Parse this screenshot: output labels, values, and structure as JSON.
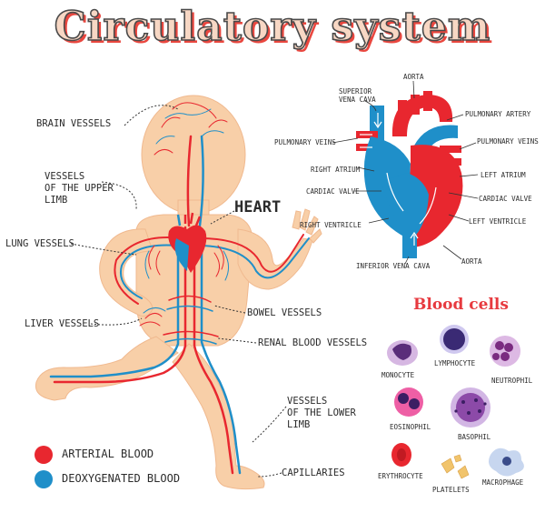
{
  "title": "Circulatory system",
  "body_labels": {
    "brain_vessels": "BRAIN VESSELS",
    "upper_limb_1": "VESSELS",
    "upper_limb_2": "OF THE UPPER",
    "upper_limb_3": "LIMB",
    "heart": "HEART",
    "lung_vessels": "LUNG VESSELS",
    "bowel_vessels": "BOWEL VESSELS",
    "liver_vessels": "LIVER VESSELS",
    "renal_vessels": "RENAL BLOOD VESSELS",
    "lower_limb_1": "VESSELS",
    "lower_limb_2": "OF THE LOWER",
    "lower_limb_3": "LIMB",
    "capillaries": "CAPILLARIES"
  },
  "heart_labels": {
    "aorta_top": "AORTA",
    "superior_vena_cava_1": "SUPERIOR",
    "superior_vena_cava_2": "VENA CAVA",
    "pulmonary_artery": "PULMONARY ARTERY",
    "pulmonary_veins_left": "PULMONARY VEINS",
    "pulmonary_veins_right": "PULMONARY VEINS",
    "right_atrium": "RIGHT ATRIUM",
    "left_atrium": "LEFT ATRIUM",
    "cardiac_valve_left": "CARDIAC VALVE",
    "cardiac_valve_right": "CARDIAC VALVE",
    "right_ventricle": "RIGHT VENTRICLE",
    "left_ventricle": "LEFT VENTRICLE",
    "inferior_vena_cava": "INFERIOR VENA CAVA",
    "aorta_bottom": "AORTA"
  },
  "blood_cells": {
    "title": "Blood cells",
    "monocyte": "MONOCYTE",
    "lymphocyte": "LYMPHOCYTE",
    "neutrophil": "NEUTROPHIL",
    "eosinophil": "EOSINOPHIL",
    "basophil": "BASOPHIL",
    "erythrocyte": "ERYTHROCYTE",
    "platelets": "PLATELETS",
    "macrophage": "MACROPHAGE"
  },
  "legend": {
    "arterial": "ARTERIAL BLOOD",
    "deoxygenated": "DEOXYGENATED BLOOD"
  },
  "colors": {
    "arterial": "#e8272f",
    "venous": "#1f8fc9",
    "skin": "#f8cfa8",
    "title_fill": "#f7d7c4",
    "title_shadow": "#e9473f"
  }
}
